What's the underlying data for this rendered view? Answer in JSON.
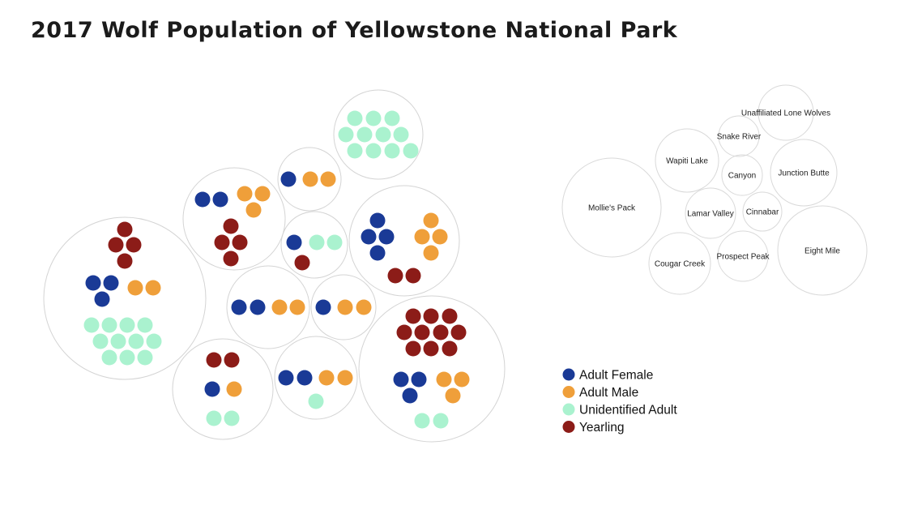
{
  "title": "2017 Wolf Population of Yellowstone National Park",
  "colors": {
    "adult_female": "#1a3a96",
    "adult_male": "#ef9f3a",
    "unidentified_adult": "#aaf2cf",
    "yearling": "#8c1c18"
  },
  "legend": [
    {
      "key": "adult_female",
      "label": "Adult Female"
    },
    {
      "key": "adult_male",
      "label": "Adult Male"
    },
    {
      "key": "unidentified_adult",
      "label": "Unidentified Adult"
    },
    {
      "key": "yearling",
      "label": "Yearling"
    }
  ],
  "key_labels": [
    "Mollie's Pack",
    "Wapiti Lake",
    "Snake River",
    "Unaffiliated Lone Wolves",
    "Canyon",
    "Junction Butte",
    "Lamar Valley",
    "Cinnabar",
    "Eight Mile",
    "Cougar Creek",
    "Prospect Peak"
  ],
  "chart_data": {
    "type": "packed-bubble",
    "title": "2017 Wolf Population of Yellowstone National Park",
    "categories": [
      "Adult Female",
      "Adult Male",
      "Unidentified Adult",
      "Yearling"
    ],
    "packs": [
      {
        "adult_female": 3,
        "adult_male": 2,
        "unidentified_adult": 11,
        "yearling": 4
      },
      {
        "adult_female": 2,
        "adult_male": 3,
        "unidentified_adult": 0,
        "yearling": 4
      },
      {
        "adult_female": 1,
        "adult_male": 2,
        "unidentified_adult": 0,
        "yearling": 0
      },
      {
        "adult_female": 0,
        "adult_male": 0,
        "unidentified_adult": 11,
        "yearling": 0
      },
      {
        "adult_female": 1,
        "adult_male": 0,
        "unidentified_adult": 2,
        "yearling": 1
      },
      {
        "adult_female": 4,
        "adult_male": 4,
        "unidentified_adult": 0,
        "yearling": 2
      },
      {
        "adult_female": 2,
        "adult_male": 2,
        "unidentified_adult": 0,
        "yearling": 0
      },
      {
        "adult_female": 1,
        "adult_male": 2,
        "unidentified_adult": 0,
        "yearling": 0
      },
      {
        "adult_female": 1,
        "adult_male": 1,
        "unidentified_adult": 2,
        "yearling": 2
      },
      {
        "adult_female": 2,
        "adult_male": 2,
        "unidentified_adult": 1,
        "yearling": 0
      },
      {
        "adult_female": 3,
        "adult_male": 3,
        "unidentified_adult": 2,
        "yearling": 10
      }
    ]
  }
}
